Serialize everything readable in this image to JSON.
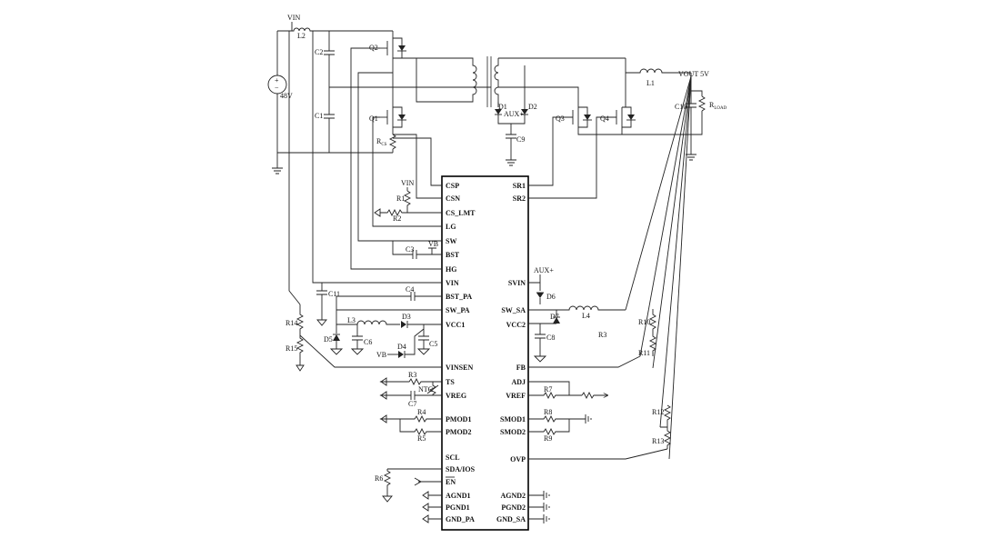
{
  "ic": {
    "left_pins": [
      "CSP",
      "CSN",
      "CS_LMT",
      "LG",
      "SW",
      "BST",
      "HG",
      "VIN",
      "BST_PA",
      "SW_PA",
      "VCC1",
      "VINSEN",
      "TS",
      "VREG",
      "PMOD1",
      "PMOD2",
      "SCL",
      "SDA/IOS",
      "EN",
      "AGND1",
      "PGND1",
      "GND_PA"
    ],
    "right_pins": [
      "SR1",
      "SR2",
      "SVIN",
      "SW_SA",
      "VCC2",
      "FB",
      "ADJ",
      "VREF",
      "SMOD1",
      "SMOD2",
      "OVP",
      "AGND2",
      "PGND2",
      "GND_SA"
    ]
  },
  "labels": {
    "vin_top": "VIN",
    "l2": "L2",
    "source_48v": "48V",
    "c2": "C2",
    "c1": "C1",
    "q2": "Q2",
    "q1": "Q1",
    "rcs_main": "R",
    "rcs_sub": "CS",
    "d1": "D1",
    "d2": "D2",
    "aux_plus": "AUX+",
    "c9": "C9",
    "q3": "Q3",
    "q4": "Q4",
    "l1": "L1",
    "vout": "VOUT 5V",
    "c10": "C10",
    "rload_main": "R",
    "rload_sub": "LOAD",
    "vin_r1": "VIN",
    "r1": "R1",
    "r2": "R2",
    "c3": "C3",
    "vb_c3": "VB",
    "c11": "C11",
    "c4": "C4",
    "r14": "R14",
    "r15": "R15",
    "l3": "L3",
    "d3": "D3",
    "d5": "D5",
    "c6": "C6",
    "d4": "D4",
    "c5": "C5",
    "vb_d4": "VB",
    "r3": "R3",
    "ntc": "NTC",
    "c7": "C7",
    "r4": "R4",
    "r5": "R5",
    "r6": "R6",
    "aux_svin": "AUX+",
    "d6": "D6",
    "d7": "D7",
    "l4": "L4",
    "c8": "C8",
    "r3_right": "R3",
    "r10": "R10",
    "r11": "R11",
    "r7": "R7",
    "r8": "R8",
    "r9": "R9",
    "r12": "R12",
    "r13": "R13"
  }
}
